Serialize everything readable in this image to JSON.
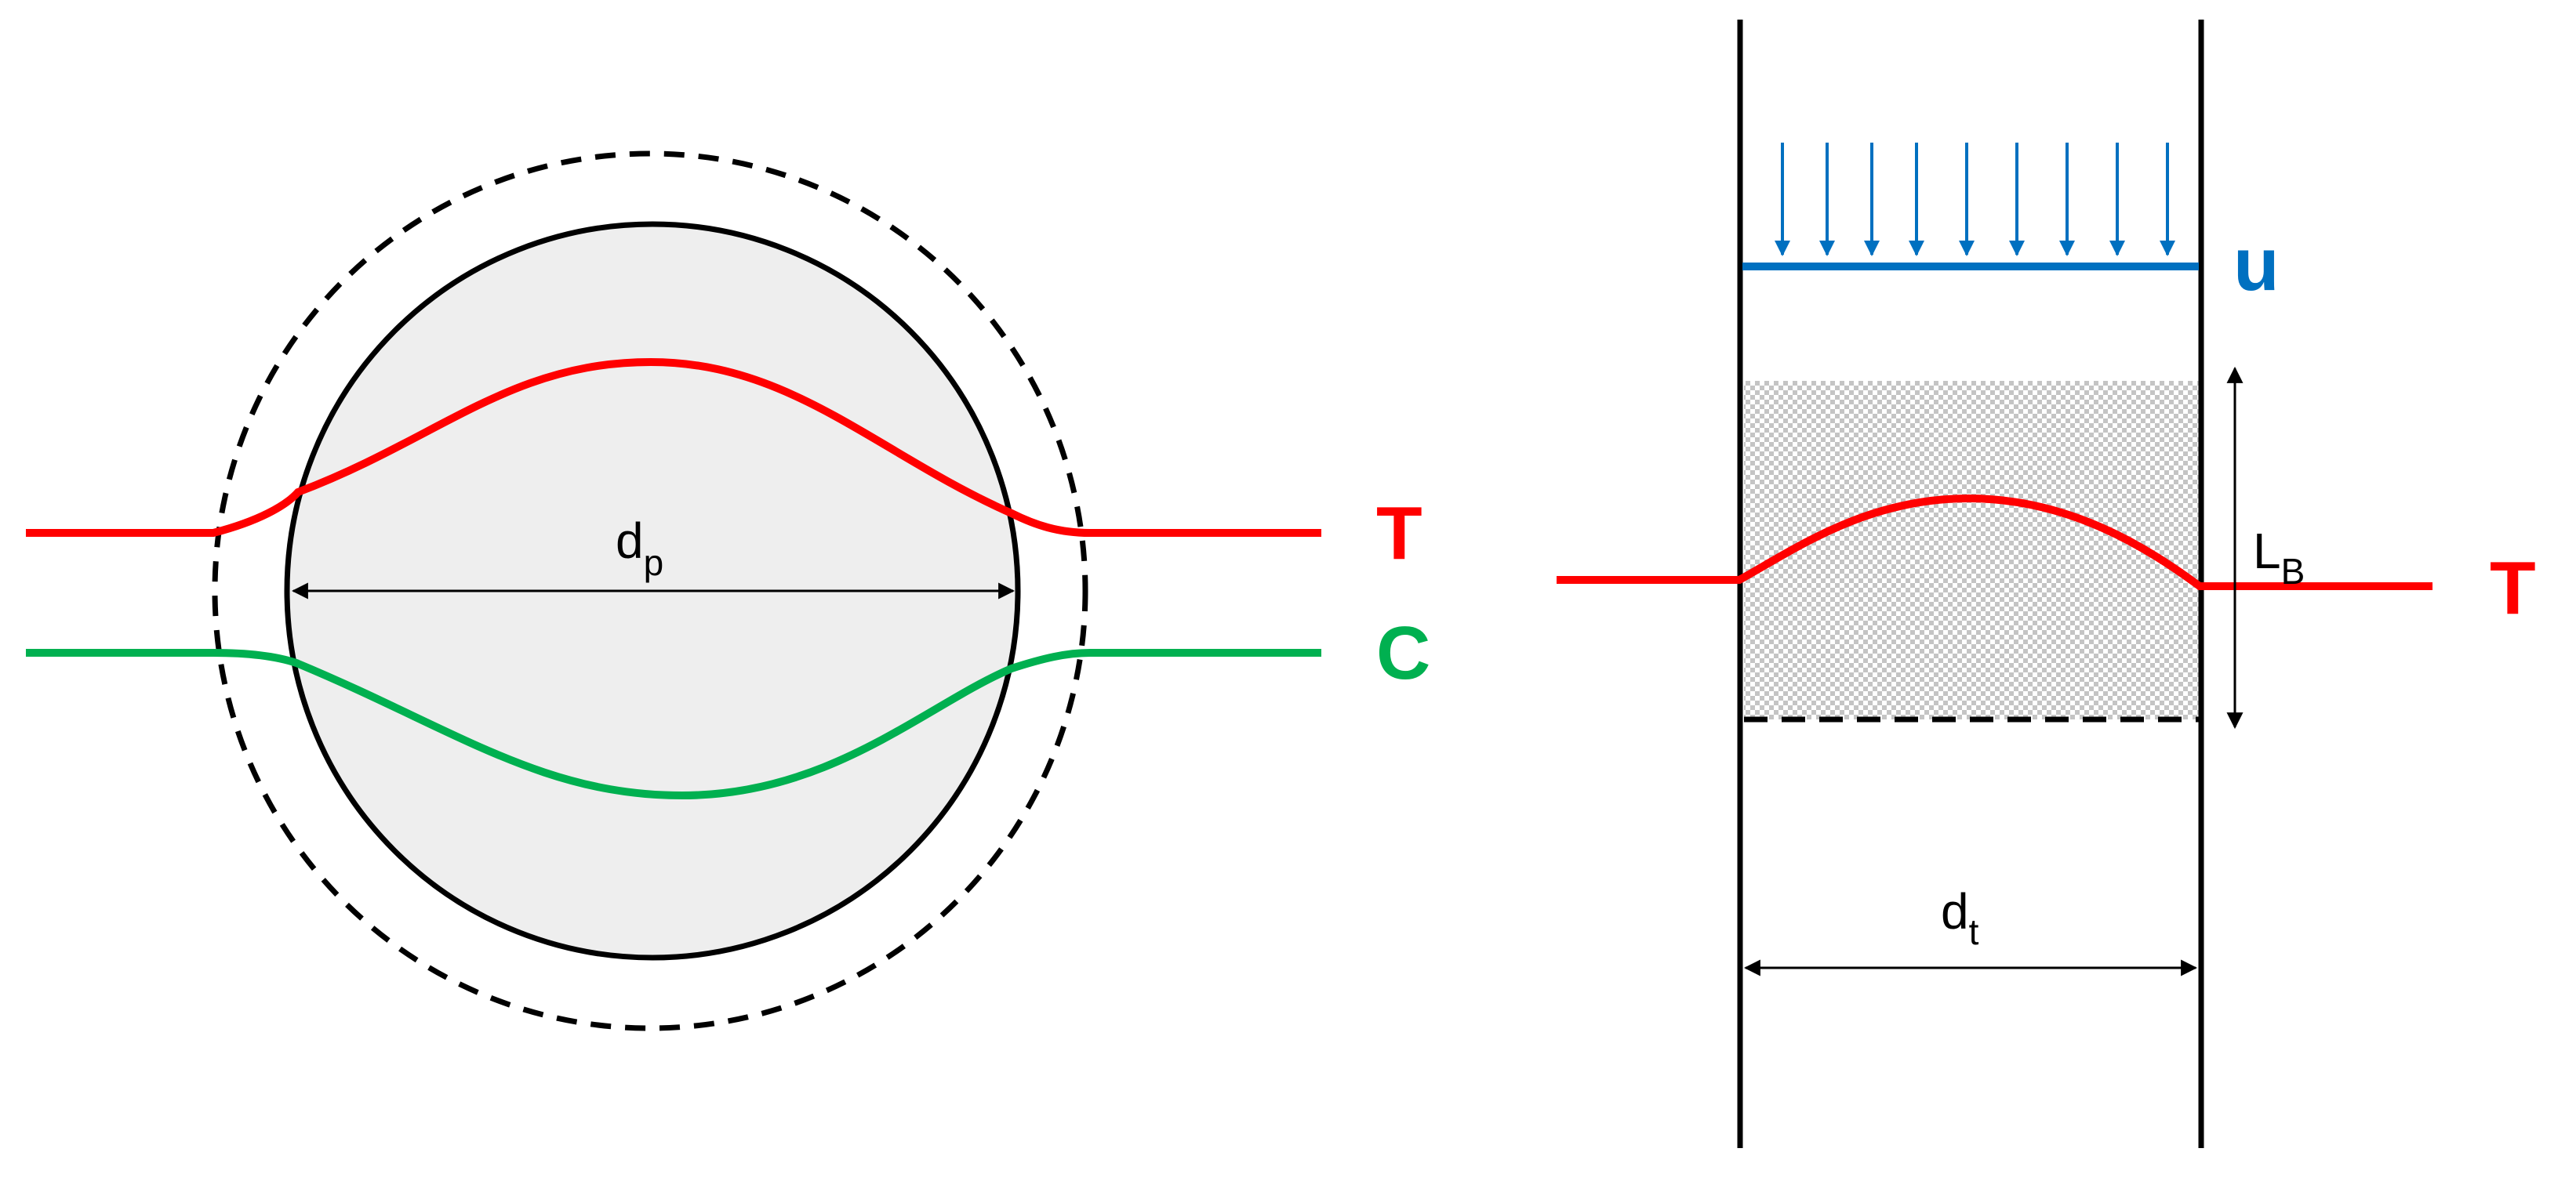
{
  "left_panel": {
    "diameter_label": {
      "main": "d",
      "sub": "p"
    },
    "curve_labels": {
      "temperature": "T",
      "concentration": "C"
    }
  },
  "right_panel": {
    "velocity_label": "u",
    "bed_length_label": {
      "main": "L",
      "sub": "B"
    },
    "diameter_label": {
      "main": "d",
      "sub": "t"
    },
    "curve_label_temperature": "T"
  },
  "colors": {
    "temperature": "#ff0000",
    "concentration": "#00b050",
    "velocity": "#0070c0",
    "stroke": "#000000",
    "particle_fill": "#eeeeee",
    "bed_fill": "#d9d9d9"
  }
}
